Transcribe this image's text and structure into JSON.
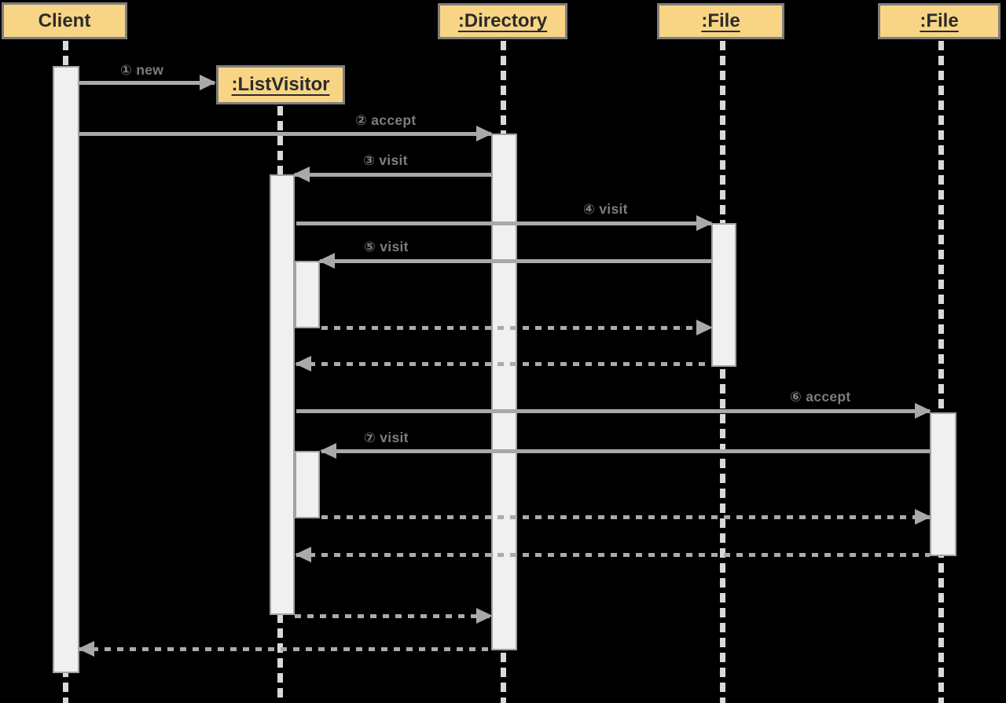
{
  "diagram_type": "uml-sequence-diagram",
  "colors": {
    "background": "#000000",
    "actor_fill": "#F8D584",
    "actor_border": "#7F7F7F",
    "actor_text": "#2B2B2B",
    "activation_fill": "#F0F0F0",
    "activation_border": "#A2A2A2",
    "arrow": "#A9A9A9",
    "label_text": "#7D7D7D",
    "lifeline": "#D9D9D9"
  },
  "actors": {
    "client": {
      "label": "Client",
      "underlined": false
    },
    "listvisitor": {
      "label": ":ListVisitor",
      "underlined": true
    },
    "directory": {
      "label": ":Directory",
      "underlined": true
    },
    "file1": {
      "label": ":File",
      "underlined": true
    },
    "file2": {
      "label": ":File",
      "underlined": true
    }
  },
  "messages": {
    "new": {
      "label": "① new",
      "from": "Client",
      "to": ":ListVisitor",
      "kind": "create"
    },
    "accept_directory": {
      "label": "② accept",
      "from": "Client",
      "to": ":Directory",
      "kind": "sync"
    },
    "visit_1": {
      "label": "③ visit",
      "from": ":Directory",
      "to": ":ListVisitor",
      "kind": "sync"
    },
    "visit_file1": {
      "label": "④ visit",
      "from": ":ListVisitor",
      "to": ":File",
      "kind": "sync"
    },
    "visit_2": {
      "label": "⑤ visit",
      "from": ":File",
      "to": ":ListVisitor",
      "kind": "sync"
    },
    "accept_file2": {
      "label": "⑥ accept",
      "from": ":ListVisitor",
      "to": ":File",
      "kind": "sync"
    },
    "visit_3": {
      "label": "⑦ visit",
      "from": ":File",
      "to": ":ListVisitor",
      "kind": "sync"
    }
  },
  "returns": [
    {
      "from": ":ListVisitor",
      "to": ":File"
    },
    {
      "from": ":File",
      "to": ":ListVisitor"
    },
    {
      "from": ":ListVisitor",
      "to": ":File"
    },
    {
      "from": ":File",
      "to": ":ListVisitor"
    },
    {
      "from": ":ListVisitor",
      "to": ":Directory"
    },
    {
      "from": ":Directory",
      "to": "Client"
    }
  ]
}
